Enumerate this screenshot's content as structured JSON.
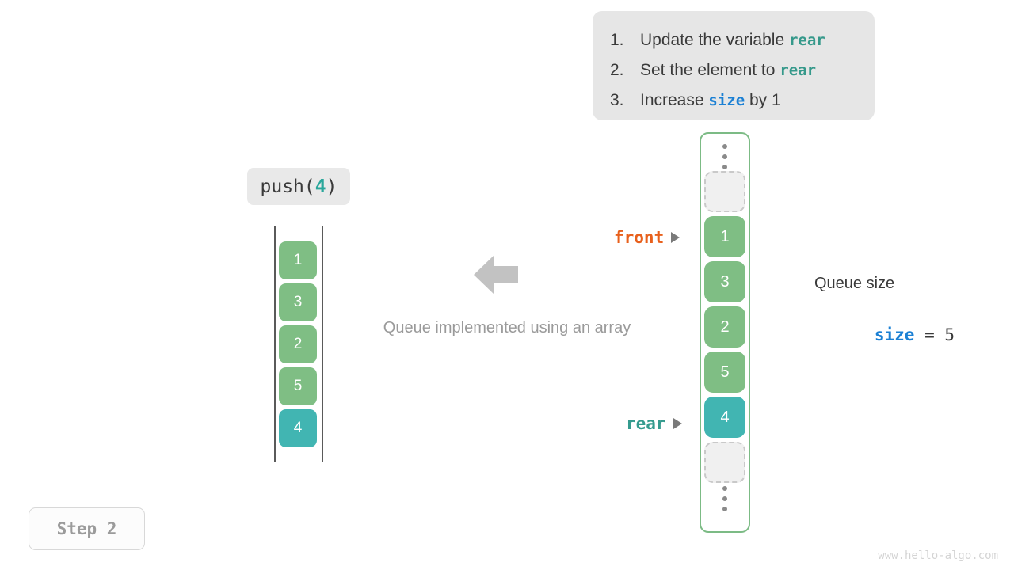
{
  "instructions": {
    "steps": [
      {
        "num": "1.",
        "pre": "Update the variable ",
        "keyword": "rear",
        "keyword_color": "teal",
        "post": ""
      },
      {
        "num": "2.",
        "pre": "Set the element to ",
        "keyword": "rear",
        "keyword_color": "teal",
        "post": ""
      },
      {
        "num": "3.",
        "pre": "Increase ",
        "keyword": "size",
        "keyword_color": "blue",
        "post": " by 1"
      }
    ]
  },
  "operation": {
    "name": "push(",
    "arg": "4",
    "close": ")"
  },
  "left_array": {
    "cells": [
      {
        "value": "1",
        "color": "green"
      },
      {
        "value": "3",
        "color": "green"
      },
      {
        "value": "2",
        "color": "green"
      },
      {
        "value": "5",
        "color": "green"
      },
      {
        "value": "4",
        "color": "teal"
      }
    ]
  },
  "center": {
    "arrow_icon": "arrow-left-icon",
    "caption": "Queue implemented using an array"
  },
  "queue": {
    "top_ellipsis": "ellipsis-vertical-icon",
    "bottom_ellipsis": "ellipsis-vertical-icon",
    "cells": [
      {
        "value": "",
        "color": "empty"
      },
      {
        "value": "1",
        "color": "green"
      },
      {
        "value": "3",
        "color": "green"
      },
      {
        "value": "2",
        "color": "green"
      },
      {
        "value": "5",
        "color": "green"
      },
      {
        "value": "4",
        "color": "teal"
      },
      {
        "value": "",
        "color": "empty"
      }
    ],
    "border_color": "#7cbb85"
  },
  "pointers": {
    "front": {
      "label": "front",
      "color": "#e8601c"
    },
    "rear": {
      "label": "rear",
      "color": "#349b8e"
    }
  },
  "size_readout": {
    "title": "Queue size",
    "varname": "size",
    "operator": " = ",
    "value": "5"
  },
  "step_badge": {
    "label": "Step 2"
  },
  "watermark": {
    "text": "www.hello-algo.com"
  },
  "colors": {
    "green_cell": "#7fbe84",
    "teal_cell": "#41b5b2",
    "empty_cell": "#f0f0f0",
    "keyword_teal": "#36998b",
    "keyword_blue": "#1b80d4",
    "panel_bg": "#e6e6e6"
  }
}
